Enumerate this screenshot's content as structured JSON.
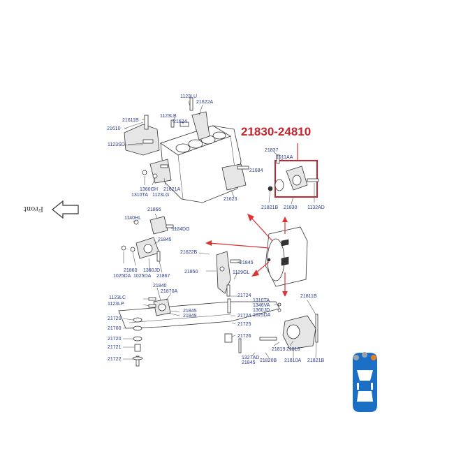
{
  "highlight_part": "21830-24810",
  "front_label": "Front",
  "labels": {
    "l1123LU": "1123LU",
    "l21622A": "21622A",
    "l1123LB": "1123LB",
    "l21624": "21624",
    "l21611B": "21611B",
    "l21610": "21610",
    "l1123SD": "1123SD",
    "l1360GH": "1360GH",
    "l21621A": "21621A",
    "l1310TA_a": "1310TA",
    "l1123LG": "1123LG",
    "l21684": "21684",
    "l21623": "21623",
    "l21837": "21837",
    "l1011AA": "1011AA",
    "l21821B_top": "21821B",
    "l21830": "21830",
    "l1132AD": "1132AD",
    "l21866": "21866",
    "l1140HL": "1140HL",
    "l1124DG": "1124DG",
    "l21845_a": "21845",
    "l21860": "21860",
    "l1360JD": "1360JD",
    "l1025DA_a": "1025DA",
    "l1025DA_b": "1025DA",
    "l21867": "21867",
    "l21622B": "21622B",
    "l21845_b": "21845",
    "l21850": "21850",
    "l1129GL": "1129GL",
    "l21840": "21840",
    "l21870A": "21870A",
    "l1123LC": "1123LC",
    "l1123LP": "1123LP",
    "l21724_a": "21724",
    "l21845_c": "21845",
    "l21849": "21849",
    "l21724_b": "21724",
    "l21720_a": "21720",
    "l21725": "21725",
    "l21700": "21700",
    "l21726": "21726",
    "l21720_b": "21720",
    "l21721": "21721",
    "l21722": "21722",
    "l1310TA_b": "1310TA",
    "l1346VA": "1346VA",
    "l1360JD_b": "1360JD",
    "l1025DA_c": "1025DA",
    "l21811B": "21811B",
    "l21819": "21819",
    "l21818": "21818",
    "l1327AD": "1327AD",
    "l21845_d": "21845",
    "l21820B": "21820B",
    "l21810A": "21810A",
    "l21821B_bot": "21821B"
  },
  "colors": {
    "highlight": "#c2252d",
    "label": "#2a3a8c",
    "car_blue": "#1a6fc4",
    "car_orange": "#e67e22",
    "car_grey": "#9aa3ad"
  }
}
